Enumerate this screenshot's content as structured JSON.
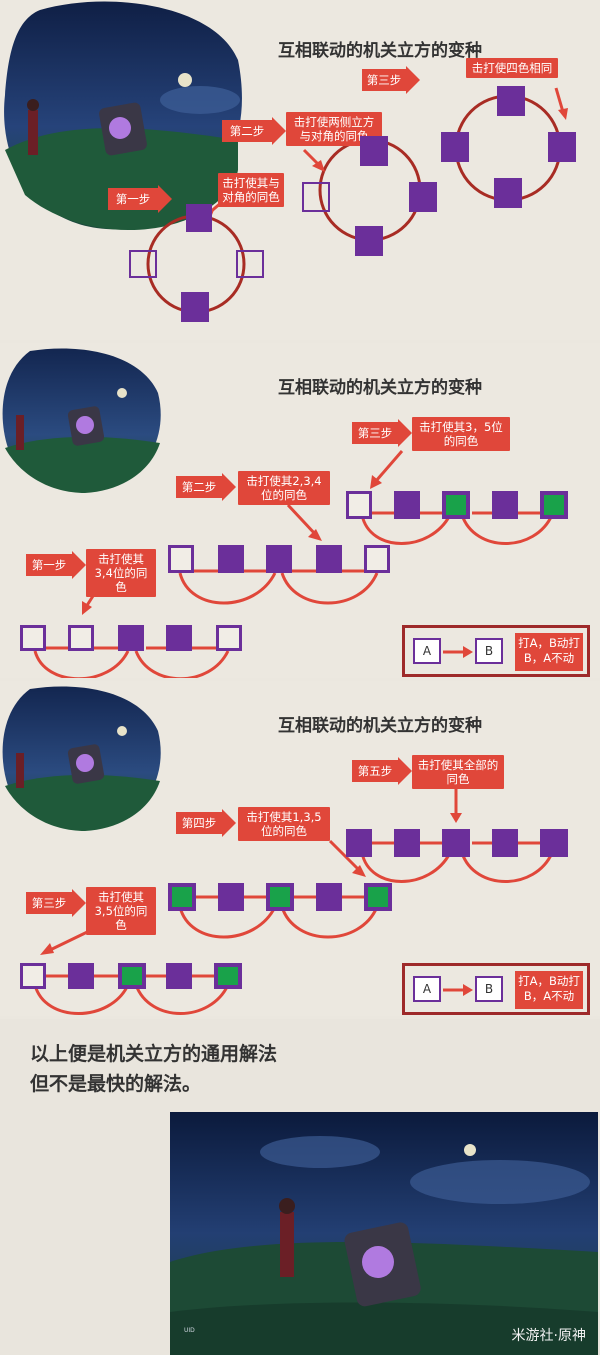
{
  "panel1": {
    "title": "互相联动的机关立方的变种",
    "step1": "第一步",
    "step2": "第二步",
    "step3": "第三步",
    "note1": "击打使其与对角的同色",
    "note2": "击打使两侧立方与对角的同色",
    "note3": "击打使四色相同"
  },
  "panel2": {
    "title": "互相联动的机关立方的变种",
    "step1": "第一步",
    "step2": "第二步",
    "step3": "第三步",
    "note1": "击打使其3,4位的同色",
    "note2": "击打使其2,3,4位的同色",
    "note3": "击打使其3，5位的同色",
    "legend_a": "A",
    "legend_b": "B",
    "legend_text": "打A，B动打B，A不动"
  },
  "panel3": {
    "title": "互相联动的机关立方的变种",
    "step3": "第三步",
    "step4": "第四步",
    "step5": "第五步",
    "note3": "击打使其3,5位的同色",
    "note4": "击打使其1,3,5位的同色",
    "note5": "击打使其全部的同色",
    "legend_a": "A",
    "legend_b": "B",
    "legend_text": "打A，B动打B，A不动"
  },
  "panel4": {
    "line1": "以上便是机关立方的通用解法",
    "line2": "但不是最快的解法。",
    "watermark": "米游社·原神"
  },
  "colors": {
    "accent_red": "#e0473a",
    "cube_purple": "#6b2f9a",
    "cube_green": "#19a24a",
    "circle_red": "#a82c24"
  }
}
